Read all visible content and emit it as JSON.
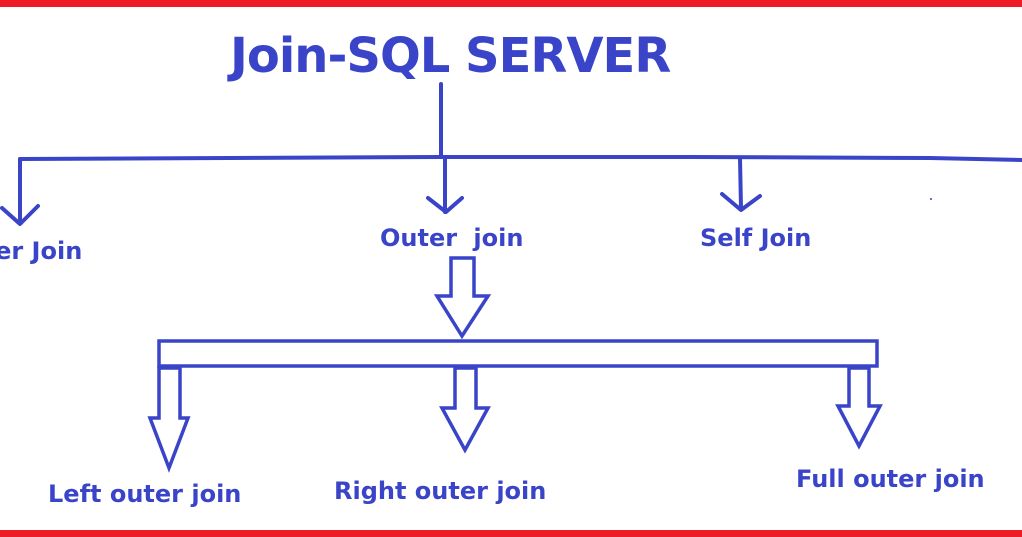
{
  "title": "Join-SQL SERVER",
  "level1": [
    {
      "label": "ner Join"
    },
    {
      "label": "Outer  join"
    },
    {
      "label": "Self Join"
    }
  ],
  "level2": [
    {
      "label": "Left outer join"
    },
    {
      "label": "Right outer join"
    },
    {
      "label": "Full outer join"
    }
  ],
  "colors": {
    "ink": "#3a44c8",
    "border": "#ee1c24",
    "background": "#ffffff"
  }
}
